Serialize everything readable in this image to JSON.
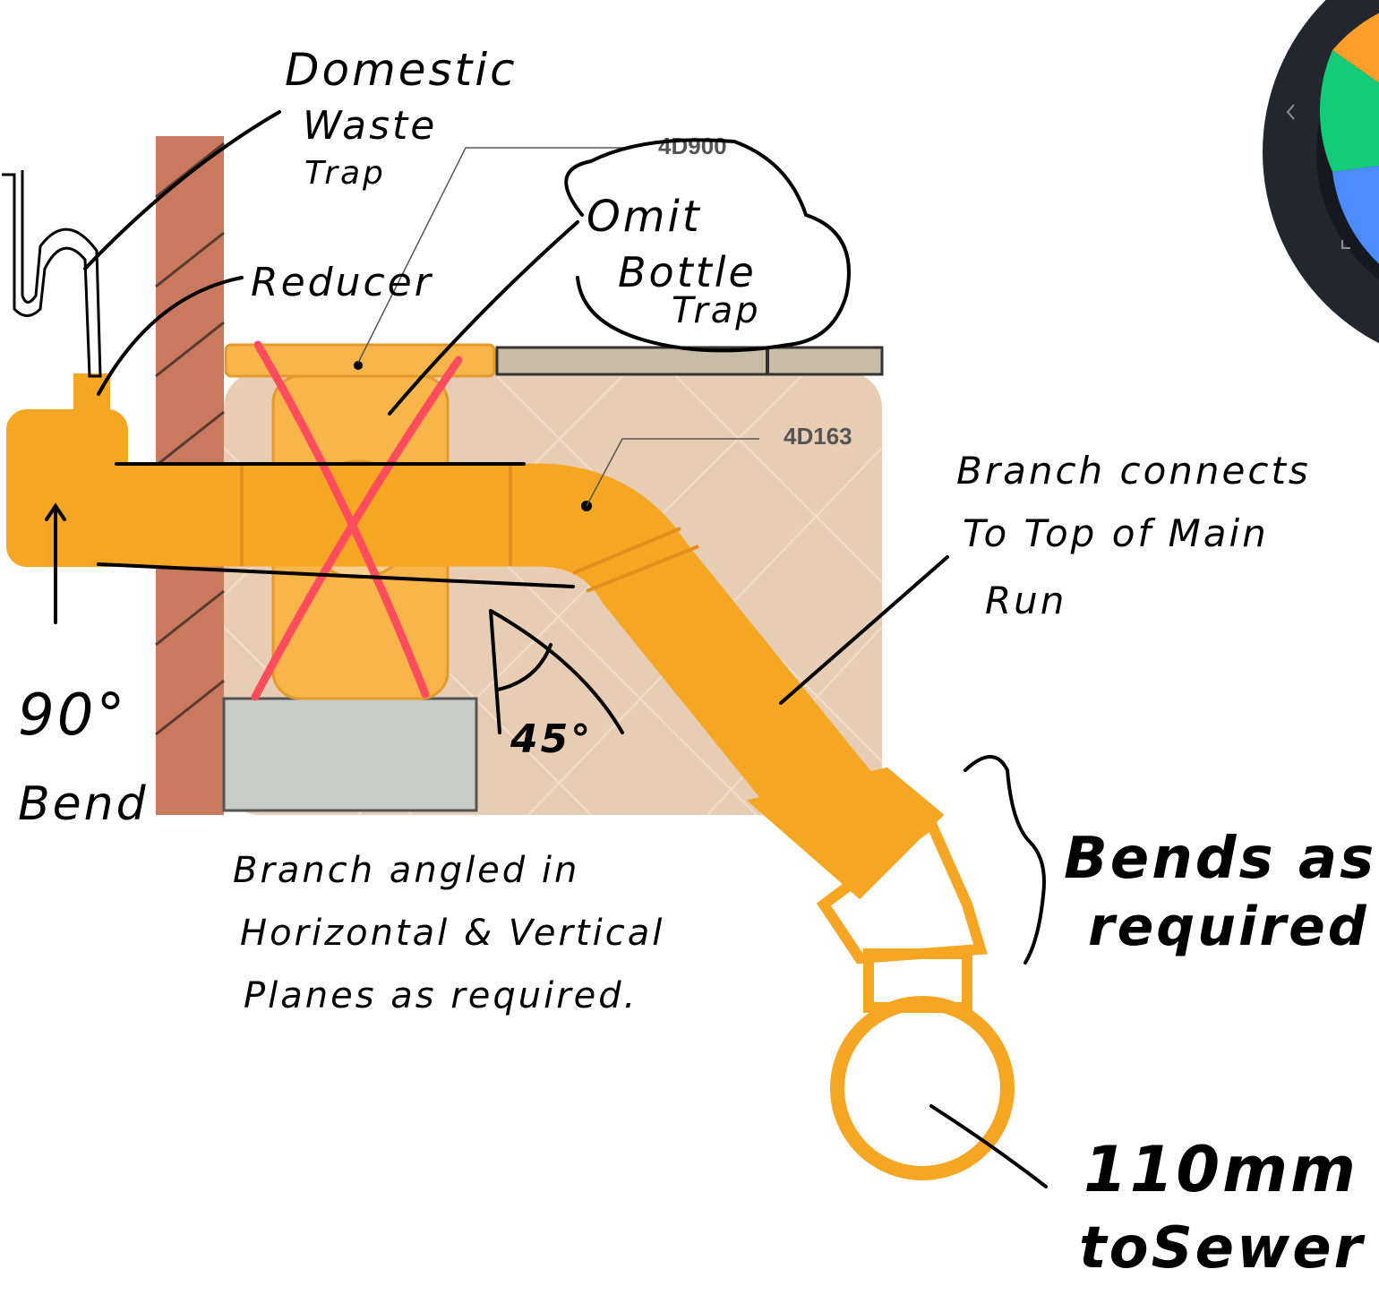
{
  "colors": {
    "pipe": "#f5a623",
    "wall": "#c97a5e",
    "cross": "#ff4d5e",
    "tile": "#e8cdb5",
    "menu_bg": "#22262e",
    "menu_orange": "#ff9f2a",
    "menu_green": "#12cc77",
    "menu_blue": "#4d8cff"
  },
  "diagram": {
    "codes": {
      "top_fitting": "4D900",
      "bend": "4D163"
    },
    "annotations": {
      "trap": [
        "Domestic",
        "Waste",
        "Trap"
      ],
      "reducer": "Reducer",
      "omit": [
        "Omit",
        "Bottle",
        "Trap"
      ],
      "branch_connects": [
        "Branch connects",
        "To Top of Main",
        "Run"
      ],
      "bend_90": [
        "90°",
        "Bend"
      ],
      "angle_45": "45°",
      "branch_angled": [
        "Branch angled in",
        "Horizontal & Vertical",
        "Planes as required."
      ],
      "bends_required": [
        "Bends as",
        "required"
      ],
      "sewer": [
        "110mm",
        "toSewer"
      ]
    }
  },
  "radial_menu": {
    "icons": [
      "chevron-left-icon",
      "corner-icon"
    ]
  }
}
